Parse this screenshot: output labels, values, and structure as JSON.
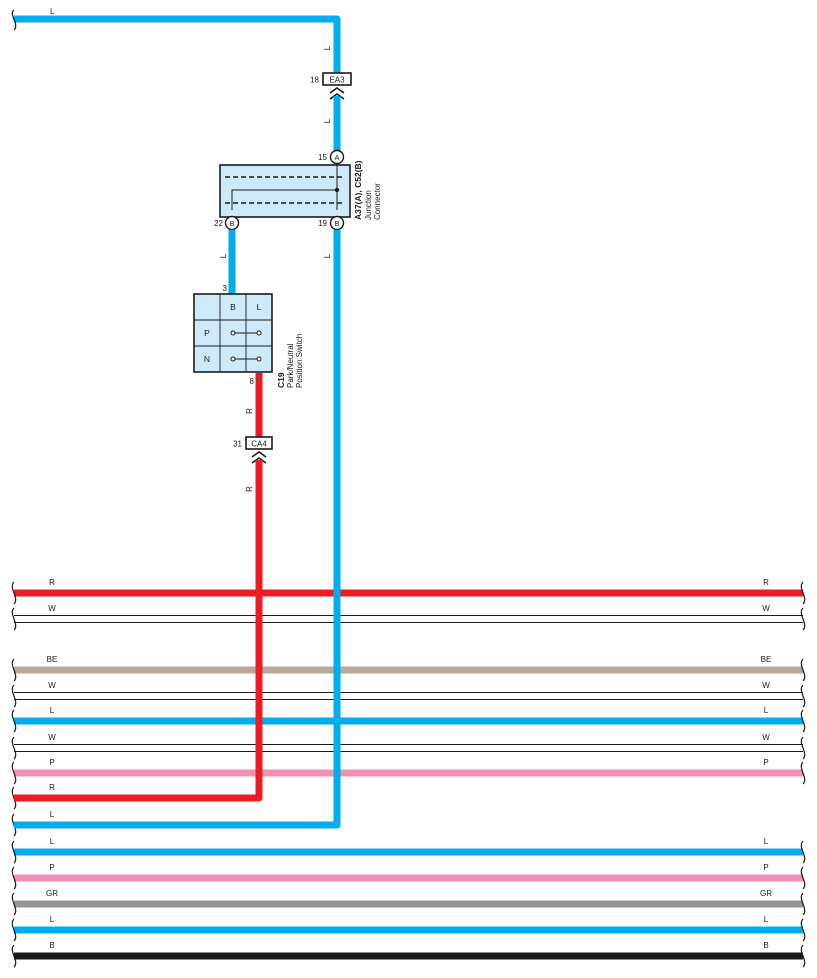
{
  "colors": {
    "L": "#00aeef",
    "R": "#ed1c24",
    "W": "#ffffff",
    "BE": "#b8a898",
    "P": "#f48fb8",
    "GR": "#939598",
    "B": "#1a1a1a",
    "connector_fill": "#cdeafa",
    "outline": "#1a1a1a"
  },
  "top_wire_label": "L",
  "ea3": {
    "pin": "18",
    "name": "EA3",
    "wire_label_above": "L",
    "wire_label_below": "L"
  },
  "junction": {
    "pin_top": "15",
    "pin_top_letter": "A",
    "pin_left": "22",
    "pin_left_letter": "B",
    "pin_right": "19",
    "pin_right_letter": "B",
    "id": "A37(A), C52(B)",
    "name_line1": "Junction",
    "name_line2": "Connector",
    "wire_label_left": "L",
    "wire_label_right": "L"
  },
  "c19": {
    "pin_top": "3",
    "pin_bottom": "8",
    "header_left": "B",
    "header_right": "L",
    "row1": "P",
    "row2": "N",
    "id": "C19",
    "name_line1": "Park/Neutral",
    "name_line2": "Position Switch",
    "wire_label_below": "R"
  },
  "ca4": {
    "pin": "31",
    "name": "CA4",
    "wire_label_below": "R"
  },
  "bus": [
    {
      "label_left": "R",
      "label_right": "R"
    },
    {
      "label_left": "W",
      "label_right": "W"
    },
    {
      "label_left": "BE",
      "label_right": "BE"
    },
    {
      "label_left": "W",
      "label_right": "W"
    },
    {
      "label_left": "L",
      "label_right": "L"
    },
    {
      "label_left": "W",
      "label_right": "W"
    },
    {
      "label_left": "P",
      "label_right": "P"
    },
    {
      "label_left": "R"
    },
    {
      "label_left": "L"
    },
    {
      "label_left": "L",
      "label_right": "L"
    },
    {
      "label_left": "P",
      "label_right": "P"
    },
    {
      "label_left": "GR",
      "label_right": "GR"
    },
    {
      "label_left": "L",
      "label_right": "L"
    },
    {
      "label_left": "B",
      "label_right": "B"
    }
  ]
}
